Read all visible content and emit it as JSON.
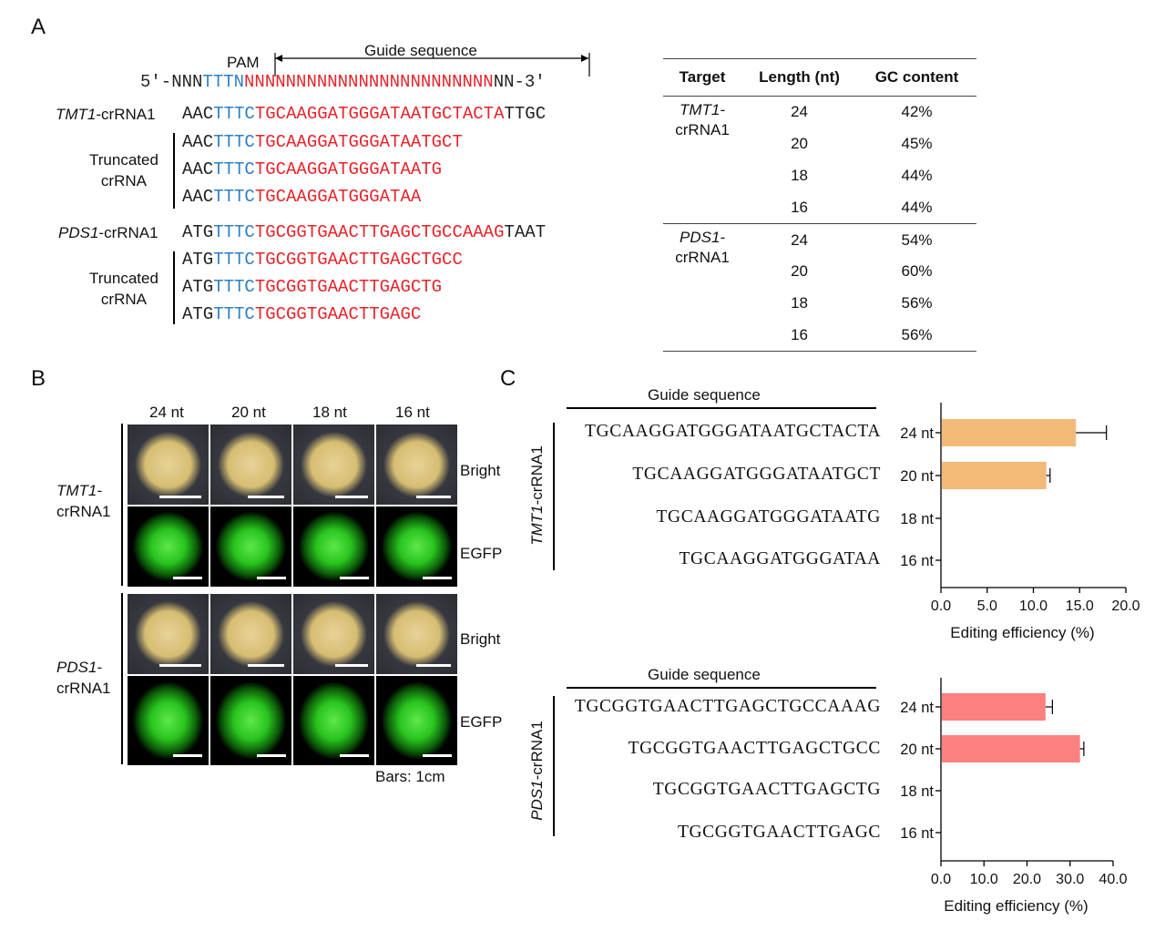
{
  "panelA": {
    "letter": "A",
    "pam_label": "PAM",
    "guide_label": "Guide sequence",
    "template": {
      "left": "5′-NNN",
      "pam": "TTTN",
      "guide": "NNNNNNNNNNNNNNNNNNNNNNNN",
      "right": "NN-3′"
    },
    "truncated_label_1": "Truncated",
    "truncated_label_2": "crRNA",
    "tmt1": {
      "name_gene": "TMT1",
      "name_suffix": "-crRNA1",
      "rows": [
        {
          "pre": "AAC",
          "pam": "TTTC",
          "guide": "TGCAAGGATGGGATAATGCTACTA",
          "post": "TTGC"
        },
        {
          "pre": "AAC",
          "pam": "TTTC",
          "guide": "TGCAAGGATGGGATAATGCT",
          "post": ""
        },
        {
          "pre": "AAC",
          "pam": "TTTC",
          "guide": "TGCAAGGATGGGATAATG",
          "post": ""
        },
        {
          "pre": "AAC",
          "pam": "TTTC",
          "guide": "TGCAAGGATGGGATAA",
          "post": ""
        }
      ]
    },
    "pds1": {
      "name_gene": "PDS1",
      "name_suffix": "-crRNA1",
      "rows": [
        {
          "pre": "ATG",
          "pam": "TTTC",
          "guide": "TGCGGTGAACTTGAGCTGCCAAAG",
          "post": "TAAT"
        },
        {
          "pre": "ATG",
          "pam": "TTTC",
          "guide": "TGCGGTGAACTTGAGCTGCC",
          "post": ""
        },
        {
          "pre": "ATG",
          "pam": "TTTC",
          "guide": "TGCGGTGAACTTGAGCTG",
          "post": ""
        },
        {
          "pre": "ATG",
          "pam": "TTTC",
          "guide": "TGCGGTGAACTTGAGC",
          "post": ""
        }
      ]
    },
    "table": {
      "headers": [
        "Target",
        "Length (nt)",
        "GC content"
      ],
      "groups": [
        {
          "target_gene": "TMT1-",
          "target_rest": "crRNA1",
          "rows": [
            [
              "24",
              "42%"
            ],
            [
              "20",
              "45%"
            ],
            [
              "18",
              "44%"
            ],
            [
              "16",
              "44%"
            ]
          ]
        },
        {
          "target_gene": "PDS1-",
          "target_rest": "crRNA1",
          "rows": [
            [
              "24",
              "54%"
            ],
            [
              "20",
              "60%"
            ],
            [
              "18",
              "56%"
            ],
            [
              "16",
              "56%"
            ]
          ]
        }
      ]
    }
  },
  "panelB": {
    "letter": "B",
    "columns": [
      "24 nt",
      "20 nt",
      "18 nt",
      "16 nt"
    ],
    "row_labels": [
      "Bright",
      "EGFP",
      "Bright",
      "EGFP"
    ],
    "group1_gene": "TMT1-",
    "group1_rest": "crRNA1",
    "group2_gene": "PDS1-",
    "group2_rest": "crRNA1",
    "scale": "Bars: 1cm"
  },
  "panelC": {
    "letter": "C",
    "guide_label": "Guide sequence",
    "group_labels": [
      {
        "gene": "TMT1",
        "rest": "-crRNA1"
      },
      {
        "gene": "PDS1",
        "rest": "-crRNA1"
      }
    ],
    "seqs_top": [
      "TGCAAGGATGGGATAATGCTACTA",
      "TGCAAGGATGGGATAATGCT",
      "TGCAAGGATGGGATAATG",
      "TGCAAGGATGGGATAA"
    ],
    "seqs_bottom": [
      "TGCGGTGAACTTGAGCTGCCAAAG",
      "TGCGGTGAACTTGAGCTGCC",
      "TGCGGTGAACTTGAGCTG",
      "TGCGGTGAACTTGAGC"
    ]
  },
  "chart_data": [
    {
      "type": "bar",
      "orientation": "horizontal",
      "categories": [
        "24 nt",
        "20 nt",
        "18 nt",
        "16 nt"
      ],
      "values": [
        14.6,
        11.4,
        0,
        0
      ],
      "errors": [
        3.3,
        0.4,
        0,
        0
      ],
      "xlabel": "Editing efficiency (%)",
      "xlim": [
        0,
        20
      ],
      "ticks": [
        "0.0",
        "5.0",
        "10.0",
        "15.0",
        "20.0"
      ],
      "color": "#f2b978"
    },
    {
      "type": "bar",
      "orientation": "horizontal",
      "categories": [
        "24 nt",
        "20 nt",
        "18 nt",
        "16 nt"
      ],
      "values": [
        24.3,
        32.3,
        0,
        0
      ],
      "errors": [
        1.6,
        0.9,
        0,
        0
      ],
      "xlabel": "Editing efficiency (%)",
      "xlim": [
        0,
        40
      ],
      "ticks": [
        "0.0",
        "10.0",
        "20.0",
        "30.0",
        "40.0"
      ],
      "color": "#fd8080"
    }
  ]
}
